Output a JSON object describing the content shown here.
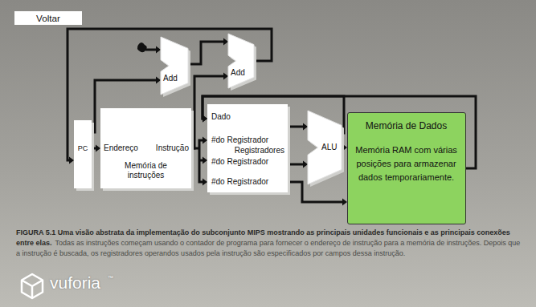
{
  "diagram": {
    "nodes": [
      {
        "text": [
          "Voltar"
        ]
      },
      {
        "text": [
          "Add"
        ]
      },
      {
        "text": [
          "Add"
        ]
      },
      {
        "text": [
          "PC"
        ]
      },
      {
        "text": [
          "Endereço",
          "Instrução",
          "Memória de instruções"
        ]
      },
      {
        "text": [
          "Dado",
          "#do Registrador",
          "Registradores",
          "#do Registrador",
          "#do Registrador"
        ]
      },
      {
        "text": [
          "ALU"
        ]
      },
      {
        "text": [
          "Memória de Dados",
          "Memória RAM com várias posições para armazenar dados temporariamente."
        ]
      }
    ],
    "edges": [
      {
        "from": 3,
        "to": 4,
        "arrow": "to"
      },
      {
        "from": 3,
        "to": 1,
        "arrow": "to"
      },
      {
        "from": 1,
        "to": 2,
        "arrow": "to"
      },
      {
        "from": 2,
        "to": 3,
        "arrow": "to"
      },
      {
        "from": 4,
        "to": 2,
        "arrow": "to"
      },
      {
        "from": 4,
        "to": 5,
        "arrow": "to"
      },
      {
        "from": 5,
        "to": 6,
        "arrow": "to"
      },
      {
        "from": 5,
        "to": 6,
        "arrow": "to"
      },
      {
        "from": 5,
        "to": 7,
        "arrow": "to"
      },
      {
        "from": 6,
        "to": 7,
        "arrow": "to"
      },
      {
        "from": 6,
        "to": 5,
        "arrow": "to"
      },
      {
        "from": 7,
        "to": 5,
        "arrow": "to"
      }
    ],
    "labels": [
      "FIGURA 5.1 Uma visão abstrata da implementação do subconjunto MIPS mostrando as principais unidades funcionais e as principais conexões entre elas.",
      "Todas as instruções começam usando o contador de programa para fornecer o endereço de instrução para a memória de instruções. Depois que a instrução é buscada, os registradores operandos usados pela instrução são especificados por campos dessa instrução.",
      "vuforia",
      "™"
    ]
  }
}
